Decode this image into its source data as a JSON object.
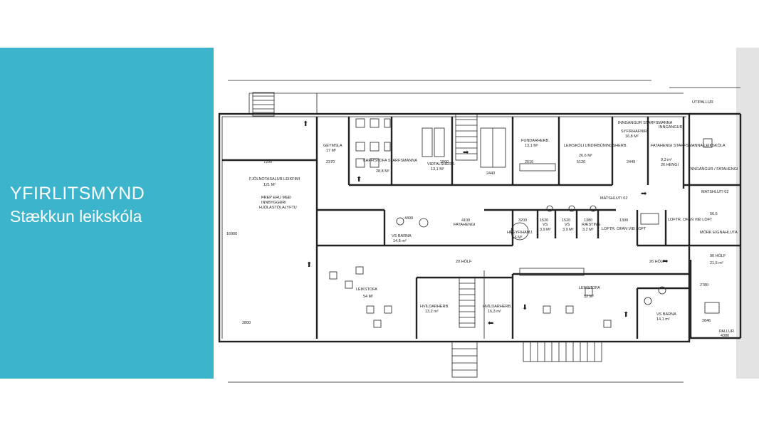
{
  "slide": {
    "title": "YFIRLITSMYND",
    "subtitle": "Stækkun leikskóla",
    "colors": {
      "panel": "#3bb4cc",
      "text": "#ffffff",
      "lines": "#222222"
    }
  },
  "rooms": {
    "geymsla": "GEYMSLA",
    "geymsla_area": "17 M²",
    "fjolnota": "FJÖLNOTASALUR LEIKFIMI",
    "fjolnota_area": "121 M²",
    "threp1": "ÞREP ERU MEÐ",
    "threp2": "INNBYGGÐRI",
    "threp3": "HJÓLASTÓLALYFTU",
    "kaffistofa": "KAFFISTOFA STARFSMANNA",
    "kaffistofa_area": "28,8 M²",
    "vidtal": "VIÐTALSHERB.",
    "vidtal_area": "13,1 M²",
    "fundar": "FUNDARHERB.",
    "fundar_area": "13,1 M²",
    "leikskoli": "LEIKSKÓLI UNDIRBÚNINGSHERB.",
    "leikskoli_area": "26,6 M²",
    "inngangur_st": "INNGANGUR STARFSMANNA",
    "inngangur_st2": "SYFIRHAFNIR",
    "inngangur_st_area": "16,8 M²",
    "inngangur": "INNGANGUR",
    "fatahengi": "FATAHENGI STARFSMANNA LEIKSKÓLA",
    "fatahengi_area": "9,3 m²",
    "hengi": "26 HENGI",
    "inngangur_fatahengi": "INNGANGUR / FATAHENGI",
    "matshluti_a": "MATSHLUTI 02",
    "matshluti_b": "MATSHLUTI 02",
    "vs_barna_a": "VS BARNA",
    "vs_barna_a_area": "14,8 m²",
    "fatahengi2": "FATAHENGI",
    "hreyfihamj": "HREYFIHAMJ.",
    "hreyfihamj_area": "7,6 M²",
    "vs1": "VS",
    "vs1_area": "3,9 M²",
    "vs2": "VS",
    "vs2_area": "3,9 M²",
    "raesting": "RÆSTING",
    "raesting_area": "3,2 M²",
    "loftr1": "LOFTR. OFAN VIÐ LOFT",
    "loftr2": "LOFTR. OFAN VIÐ LOFT",
    "area_56": "56,6",
    "mork": "MÖRK EIGNAHLUTA",
    "holf_90": "90 HÓLF",
    "holf_90_area": "21,5 m²",
    "holf_20": "20 HÓLF",
    "holf_26": "26 HÓLF",
    "leikstofa_a": "LEIKSTOFA",
    "leikstofa_a_area": "54 M²",
    "hvildar_a": "HVÍLDARHERB.",
    "hvildar_a_area": "13,2 m²",
    "hvildar_b": "HVÍLDARHERB.",
    "hvildar_b_area": "16,3 m²",
    "leikstofa_b": "LEIKSTOFA",
    "leikstofa_b_area": "52 M²",
    "vs_barna_b": "VS BARNA",
    "vs_barna_b_area": "14,1 m²",
    "pallur": "PALLUR",
    "utipallur": "ÚTIPALLUR"
  },
  "dims": {
    "d7200": "7200",
    "d2370": "2370",
    "d2440": "2440",
    "d2510": "2510",
    "d5120": "5120",
    "d1800": "1800",
    "d16900": "16900",
    "d4490": "4490",
    "d4100": "4100",
    "d3200": "3200",
    "d1520a": "1520",
    "d1520b": "1520",
    "d1380": "1380",
    "d1300": "1300",
    "d2780": "2780",
    "d4380": "4380",
    "d2800": "2800",
    "d2449": "2449",
    "d2846": "2846"
  }
}
